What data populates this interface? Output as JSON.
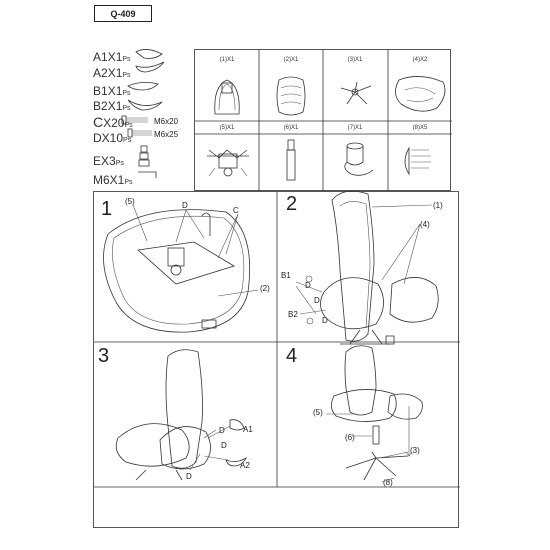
{
  "model": "Q-409",
  "hardware": [
    {
      "code": "A1",
      "qty": "X1",
      "unit": "Ps",
      "size": "",
      "icon": "armrest-cover-icon"
    },
    {
      "code": "A2",
      "qty": "X1",
      "unit": "Ps",
      "size": "",
      "icon": "armrest-cover-icon"
    },
    {
      "code": "B1",
      "qty": "X1",
      "unit": "Ps",
      "size": "",
      "icon": "back-cover-icon"
    },
    {
      "code": "B2",
      "qty": "X1",
      "unit": "Ps",
      "size": "",
      "icon": "back-cover-icon"
    },
    {
      "code": "C",
      "qty": "X20",
      "unit": "Ps",
      "size": "M6x20",
      "icon": "screw-icon"
    },
    {
      "code": "D",
      "qty": "X10",
      "unit": "Ps",
      "size": "M6x25",
      "icon": "screw-icon"
    },
    {
      "code": "E",
      "qty": "X3",
      "unit": "Ps",
      "size": "",
      "icon": "spacer-icon"
    },
    {
      "code": "M6",
      "qty": "X1",
      "unit": "Ps",
      "size": "",
      "icon": "allen-key-icon"
    }
  ],
  "parts": [
    {
      "label": "(1)X1",
      "icon": "backrest-icon"
    },
    {
      "label": "(2)X1",
      "icon": "seat-icon"
    },
    {
      "label": "(3)X1",
      "icon": "base-icon"
    },
    {
      "label": "(4)X2",
      "icon": "armrest-icon"
    },
    {
      "label": "(5)X1",
      "icon": "mechanism-icon"
    },
    {
      "label": "(6)X1",
      "icon": "gas-cylinder-icon"
    },
    {
      "label": "(7)X1",
      "icon": "cylinder-cover-icon"
    },
    {
      "label": "(8)X5",
      "icon": "caster-icon"
    }
  ],
  "steps": [
    {
      "number": "1",
      "callouts": [
        "(5)",
        "D",
        "C",
        "(2)"
      ]
    },
    {
      "number": "2",
      "callouts": [
        "(1)",
        "(4)",
        "B1",
        "B2",
        "D",
        "D",
        "D"
      ]
    },
    {
      "number": "3",
      "callouts": [
        "A1",
        "A2",
        "D",
        "D",
        "D"
      ]
    },
    {
      "number": "4",
      "callouts": [
        "(5)",
        "(6)",
        "(3)",
        "(8)"
      ]
    }
  ]
}
